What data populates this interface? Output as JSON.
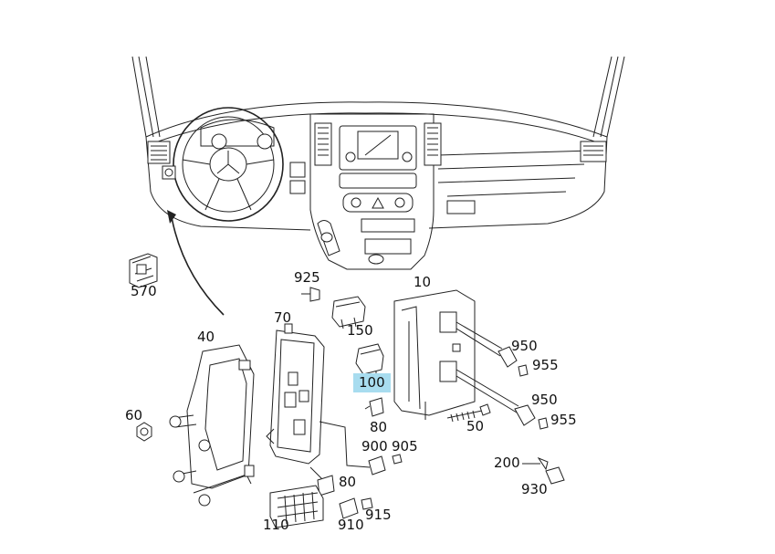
{
  "labels": {
    "p925": "925",
    "p10": "10",
    "p570": "570",
    "p150": "150",
    "p70": "70",
    "p40": "40",
    "p950a": "950",
    "p955a": "955",
    "p100": "100",
    "p950b": "950",
    "p955b": "955",
    "p60": "60",
    "p80a": "80",
    "p50": "50",
    "p900": "900",
    "p905": "905",
    "p200": "200",
    "p80b": "80",
    "p930": "930",
    "p915": "915",
    "p110": "110",
    "p910": "910"
  },
  "highlight": {
    "part": "100",
    "color": "#a8dcef"
  }
}
